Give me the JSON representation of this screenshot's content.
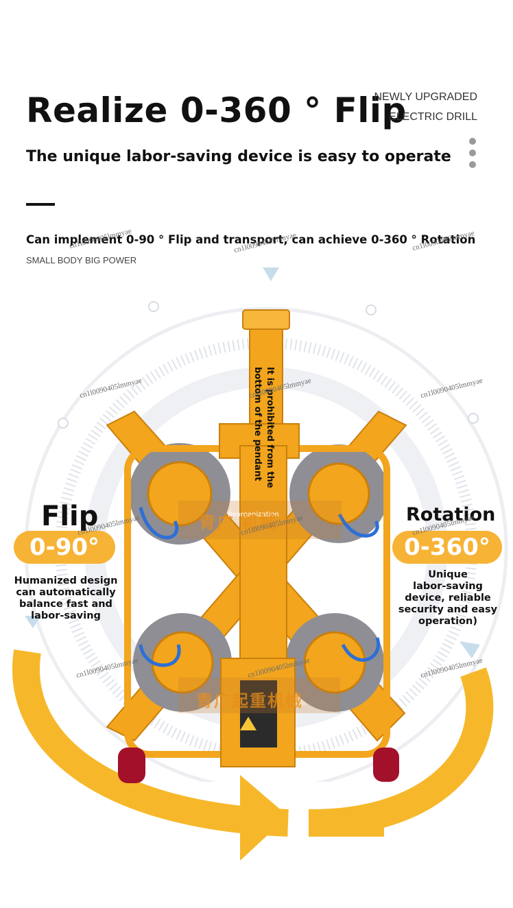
{
  "header": {
    "title": "Realize 0-360 ° Flip",
    "badge_line1": "NEWLY UPGRADED",
    "badge_line2": "ELECTRIC DRILL",
    "subtitle": "The unique labor-saving device is easy to operate",
    "description": "Can implement 0-90 ° Flip and transport, can achieve 0-360 ° Rotation",
    "small_text": "SMALL BODY BIG POWER"
  },
  "features": {
    "left": {
      "label": "Flip",
      "range": "0-90°",
      "caption_lines": [
        "Humanized design",
        "can automatically",
        "balance fast and",
        "labor-saving"
      ]
    },
    "right": {
      "label": "Rotation",
      "range": "0-360°",
      "caption_lines": [
        "Unique",
        "labor-saving",
        "device, reliable",
        "security and easy",
        "operation)"
      ]
    }
  },
  "product": {
    "warning_text": "It is prohibited from the bottom of the pendant",
    "overlay_label": "Reorganization",
    "cn_text_top": "青广 机械",
    "cn_text_bottom": "青广起重机械"
  },
  "watermark": "cn1l0090405lmmyae",
  "colors": {
    "accent": "#f7b335",
    "frame": "#f2a51d",
    "arrow": "#f6b82a",
    "cup": "#8e8e94",
    "wheel": "#a3102a"
  }
}
